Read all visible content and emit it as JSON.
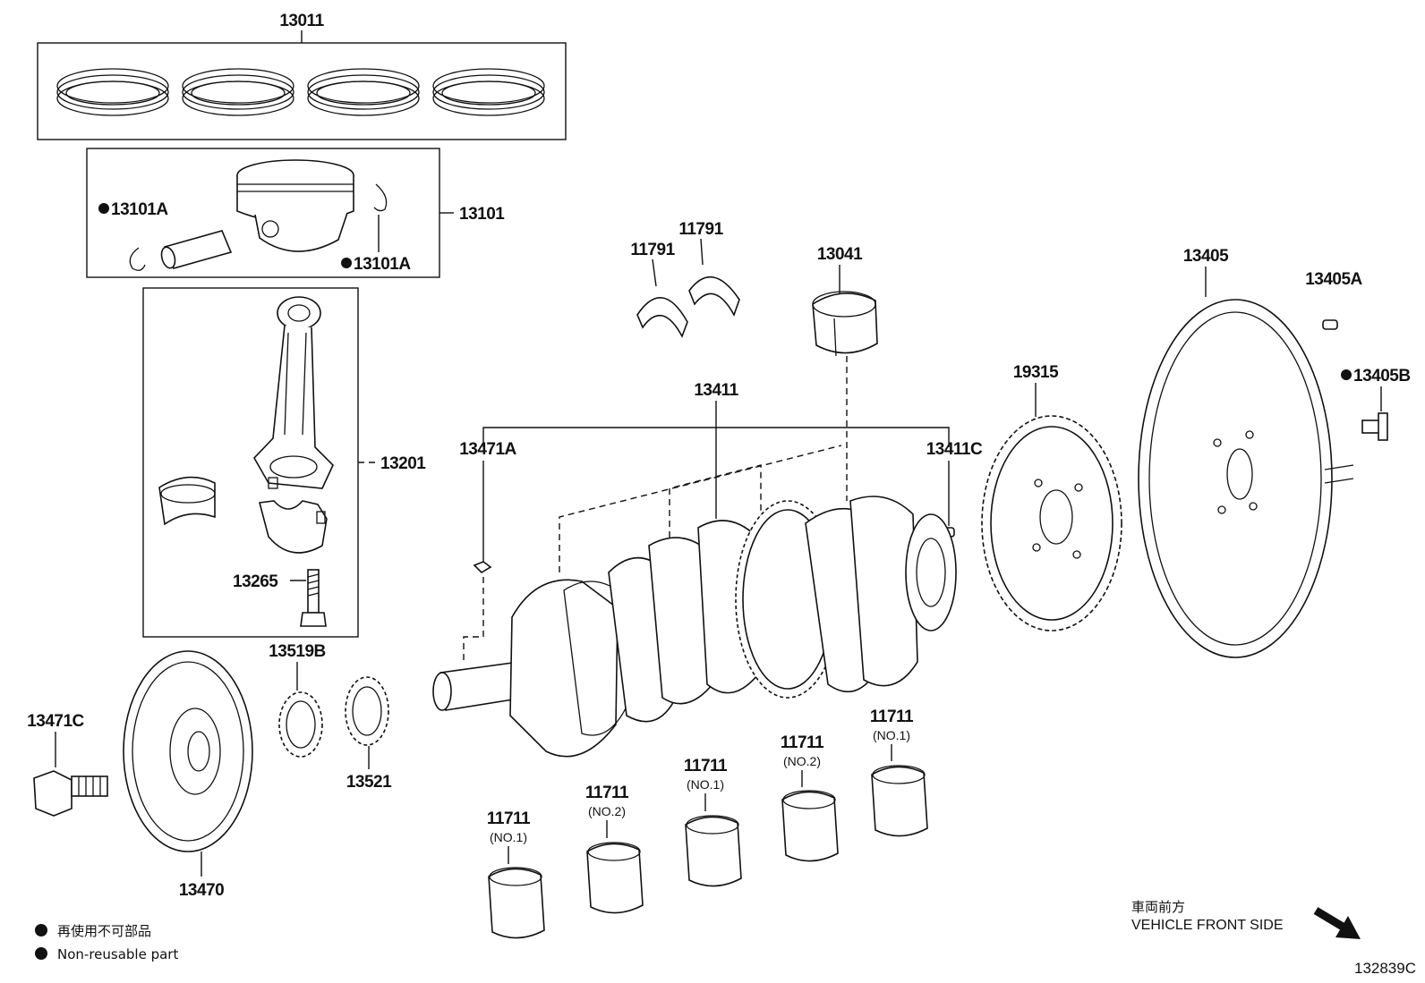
{
  "diagram": {
    "labels": {
      "piston_ring_set": "13011",
      "piston_sub_assembly": "13101",
      "piston_snap_ring_left": "13101A",
      "piston_snap_ring_right": "13101A",
      "connecting_rod": "13201",
      "connecting_rod_bolt": "13265",
      "thrust_washer_left": "11791",
      "thrust_washer_right": "11791",
      "crank_pin_bearing": "13041",
      "crankshaft": "13411",
      "crankshaft_key": "13471A",
      "crankshaft_pin": "13411C",
      "timing_rotor": "19315",
      "flywheel": "13405",
      "flywheel_pin": "13405A",
      "flywheel_bolt": "13405B",
      "crankshaft_bolt": "13471C",
      "crankshaft_pulley": "13470",
      "crank_gear_b": "13519B",
      "crank_gear": "13521",
      "main_bearing_1": "11711",
      "main_bearing_2": "11711",
      "main_bearing_3": "11711",
      "main_bearing_4": "11711",
      "main_bearing_5": "11711"
    },
    "sub_labels": {
      "main_bearing_1": "(NO.1)",
      "main_bearing_2": "(NO.2)",
      "main_bearing_3": "(NO.1)",
      "main_bearing_4": "(NO.2)",
      "main_bearing_5": "(NO.1)"
    },
    "legend": {
      "jp": "再使用不可部品",
      "en": "Non-reusable part"
    },
    "front": {
      "jp": "車両前方",
      "en": "VEHICLE FRONT SIDE"
    },
    "reference": "132839C"
  }
}
